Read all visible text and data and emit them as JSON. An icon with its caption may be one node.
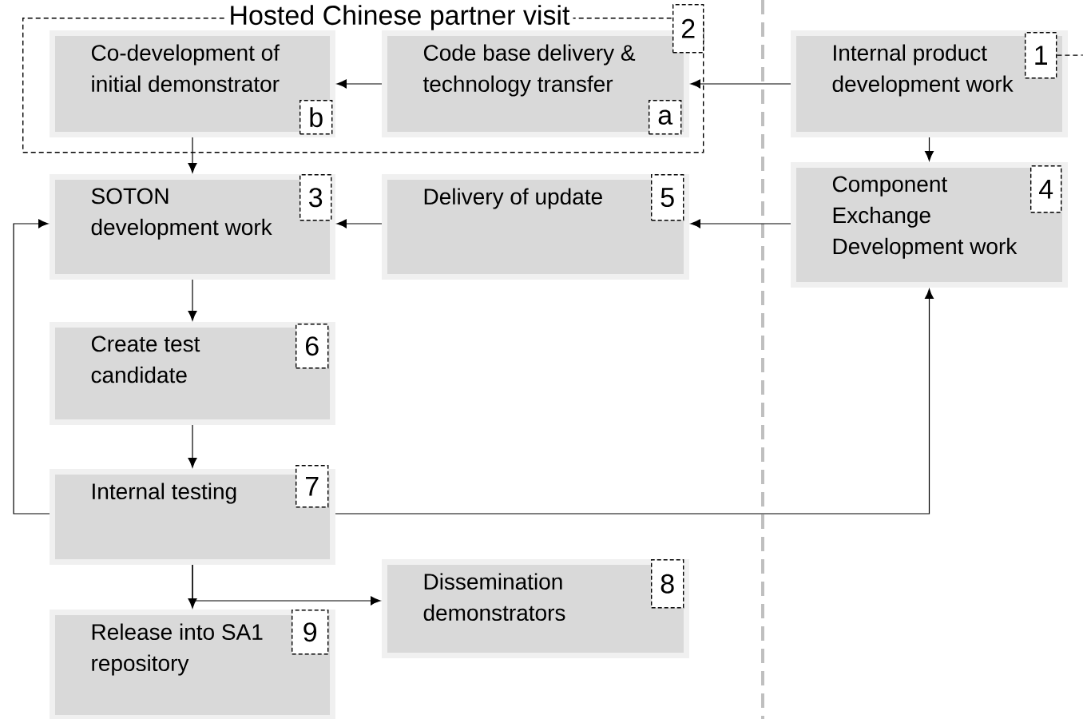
{
  "diagram": {
    "nodes": [
      {
        "text": [
          "Hosted Chinese partner visit"
        ]
      },
      {
        "text": [
          "Co-development of initial demonstrator"
        ],
        "in": 0
      },
      {
        "text": [
          "b"
        ],
        "in": 1
      },
      {
        "text": [
          "Code base delivery & technology transfer"
        ],
        "in": 0
      },
      {
        "text": [
          "a"
        ],
        "in": 3
      },
      {
        "text": [
          "2"
        ]
      },
      {
        "text": [
          "Internal product development work"
        ]
      },
      {
        "text": [
          "1"
        ],
        "in": 6
      },
      {
        "text": [
          "SOTON development work"
        ]
      },
      {
        "text": [
          "3"
        ],
        "in": 8
      },
      {
        "text": [
          "Delivery of update"
        ]
      },
      {
        "text": [
          "5"
        ],
        "in": 10
      },
      {
        "text": [
          "Component Exchange Development work"
        ]
      },
      {
        "text": [
          "4"
        ],
        "in": 12
      },
      {
        "text": [
          "Create test candidate"
        ]
      },
      {
        "text": [
          "6"
        ],
        "in": 14
      },
      {
        "text": [
          "Internal testing"
        ]
      },
      {
        "text": [
          "7"
        ],
        "in": 16
      },
      {
        "text": [
          "Dissemination demonstrators"
        ]
      },
      {
        "text": [
          "8"
        ],
        "in": 18
      },
      {
        "text": [
          "Release into SA1 repository"
        ]
      },
      {
        "text": [
          "9"
        ],
        "in": 20
      }
    ],
    "edges": [
      {
        "from": 3,
        "to": 1,
        "arrow": "to"
      },
      {
        "from": 6,
        "to": 3,
        "arrow": "to"
      },
      {
        "from": 1,
        "to": 8,
        "arrow": "to"
      },
      {
        "from": 6,
        "to": 12,
        "arrow": "to"
      },
      {
        "from": 12,
        "to": 10,
        "arrow": "to"
      },
      {
        "from": 10,
        "to": 8,
        "arrow": "to"
      },
      {
        "from": 8,
        "to": 14,
        "arrow": "to"
      },
      {
        "from": 14,
        "to": 16,
        "arrow": "to"
      },
      {
        "from": 16,
        "to": 8,
        "arrow": "to"
      },
      {
        "from": 16,
        "to": 12,
        "arrow": "to"
      },
      {
        "from": 16,
        "to": 20,
        "arrow": "to"
      },
      {
        "from": 16,
        "to": 18,
        "arrow": "to"
      },
      {
        "from": 7,
        "to": null,
        "arrow": "none",
        "style": "dashed"
      }
    ]
  }
}
